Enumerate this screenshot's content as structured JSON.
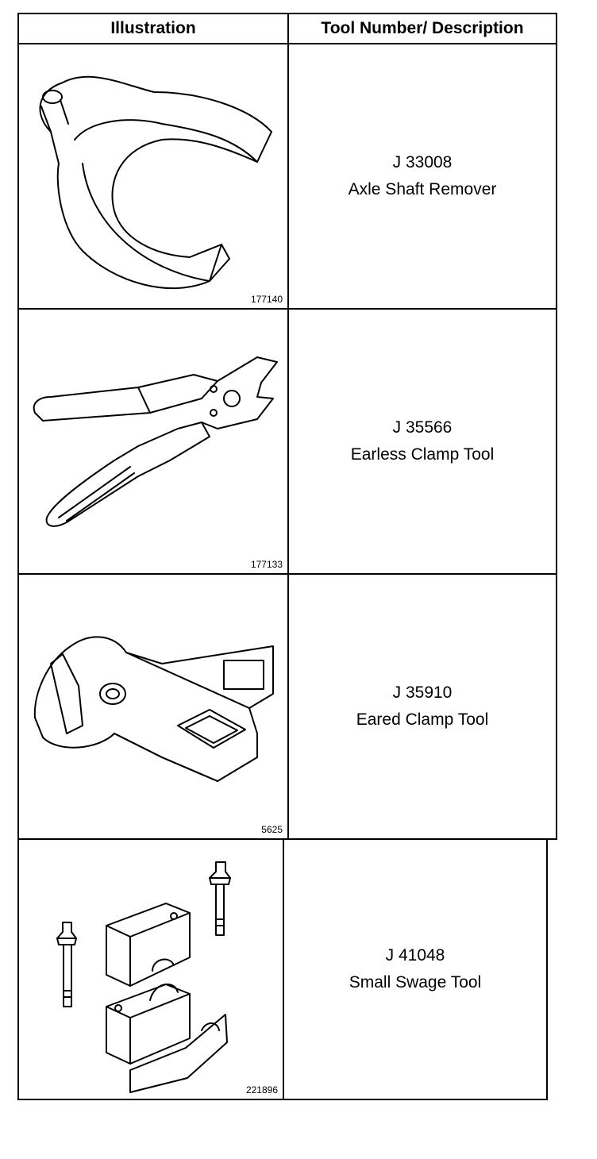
{
  "table": {
    "headers": {
      "illustration": "Illustration",
      "description": "Tool Number/ Description"
    },
    "rows": [
      {
        "figure": "177140",
        "tool_number": "J 33008",
        "description": "Axle Shaft Remover",
        "icon": "axle-shaft-remover-drawing"
      },
      {
        "figure": "177133",
        "tool_number": "J 35566",
        "description": "Earless Clamp Tool",
        "icon": "earless-clamp-pliers-drawing"
      },
      {
        "figure": "5625",
        "tool_number": "J 35910",
        "description": "Eared Clamp Tool",
        "icon": "eared-clamp-tool-drawing"
      },
      {
        "figure": "221896",
        "tool_number": "J 41048",
        "description": "Small Swage Tool",
        "icon": "small-swage-tool-drawing"
      }
    ]
  }
}
